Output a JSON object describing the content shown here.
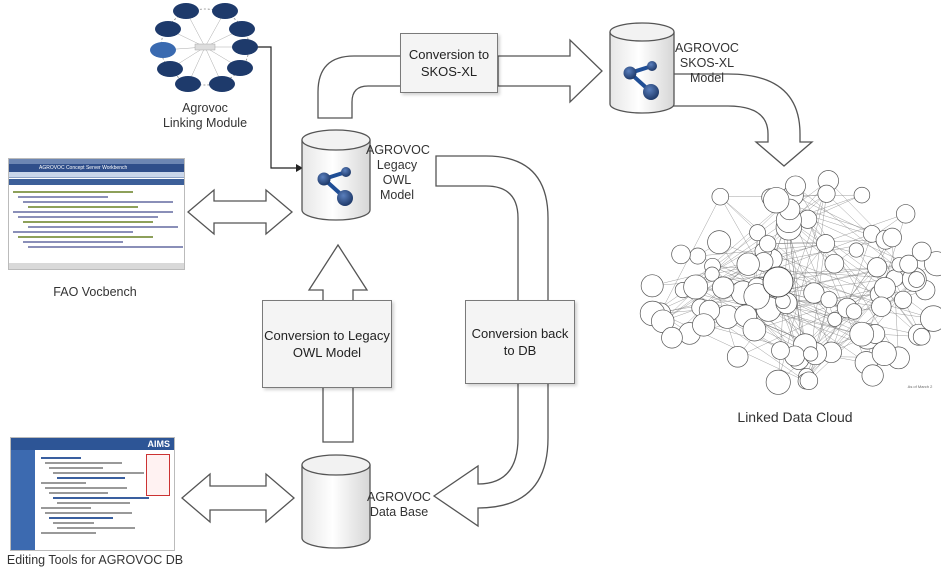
{
  "nodes": {
    "linking_module": "Agrovoc\nLinking Module",
    "legacy_owl": "AGROVOC\nLegacy\nOWL\nModel",
    "skosxl_model": "AGROVOC\nSKOS-XL\nModel",
    "database": "AGROVOC\nData Base",
    "vocbench": "FAO Vocbench",
    "linked_data_cloud": "Linked Data Cloud",
    "editing_tools": "Editing Tools for AGROVOC DB"
  },
  "processes": {
    "to_skosxl": "Conversion to\nSKOS-XL",
    "to_legacy_owl": "Conversion to Legacy\nOWL Model",
    "back_to_db": "Conversion back\nto DB"
  },
  "screenshots": {
    "vocbench_header": "AGROVOC Concept Server Workbench",
    "editing_header": "AIMS"
  },
  "cloud_caption": "As of March 2",
  "colors": {
    "cylinder_stroke": "#555555",
    "owl_icon_blue": "#1f4e96",
    "linking_node_dark": "#1e3a6b",
    "arrow_fill": "#ffffff",
    "arrow_stroke": "#555555"
  }
}
